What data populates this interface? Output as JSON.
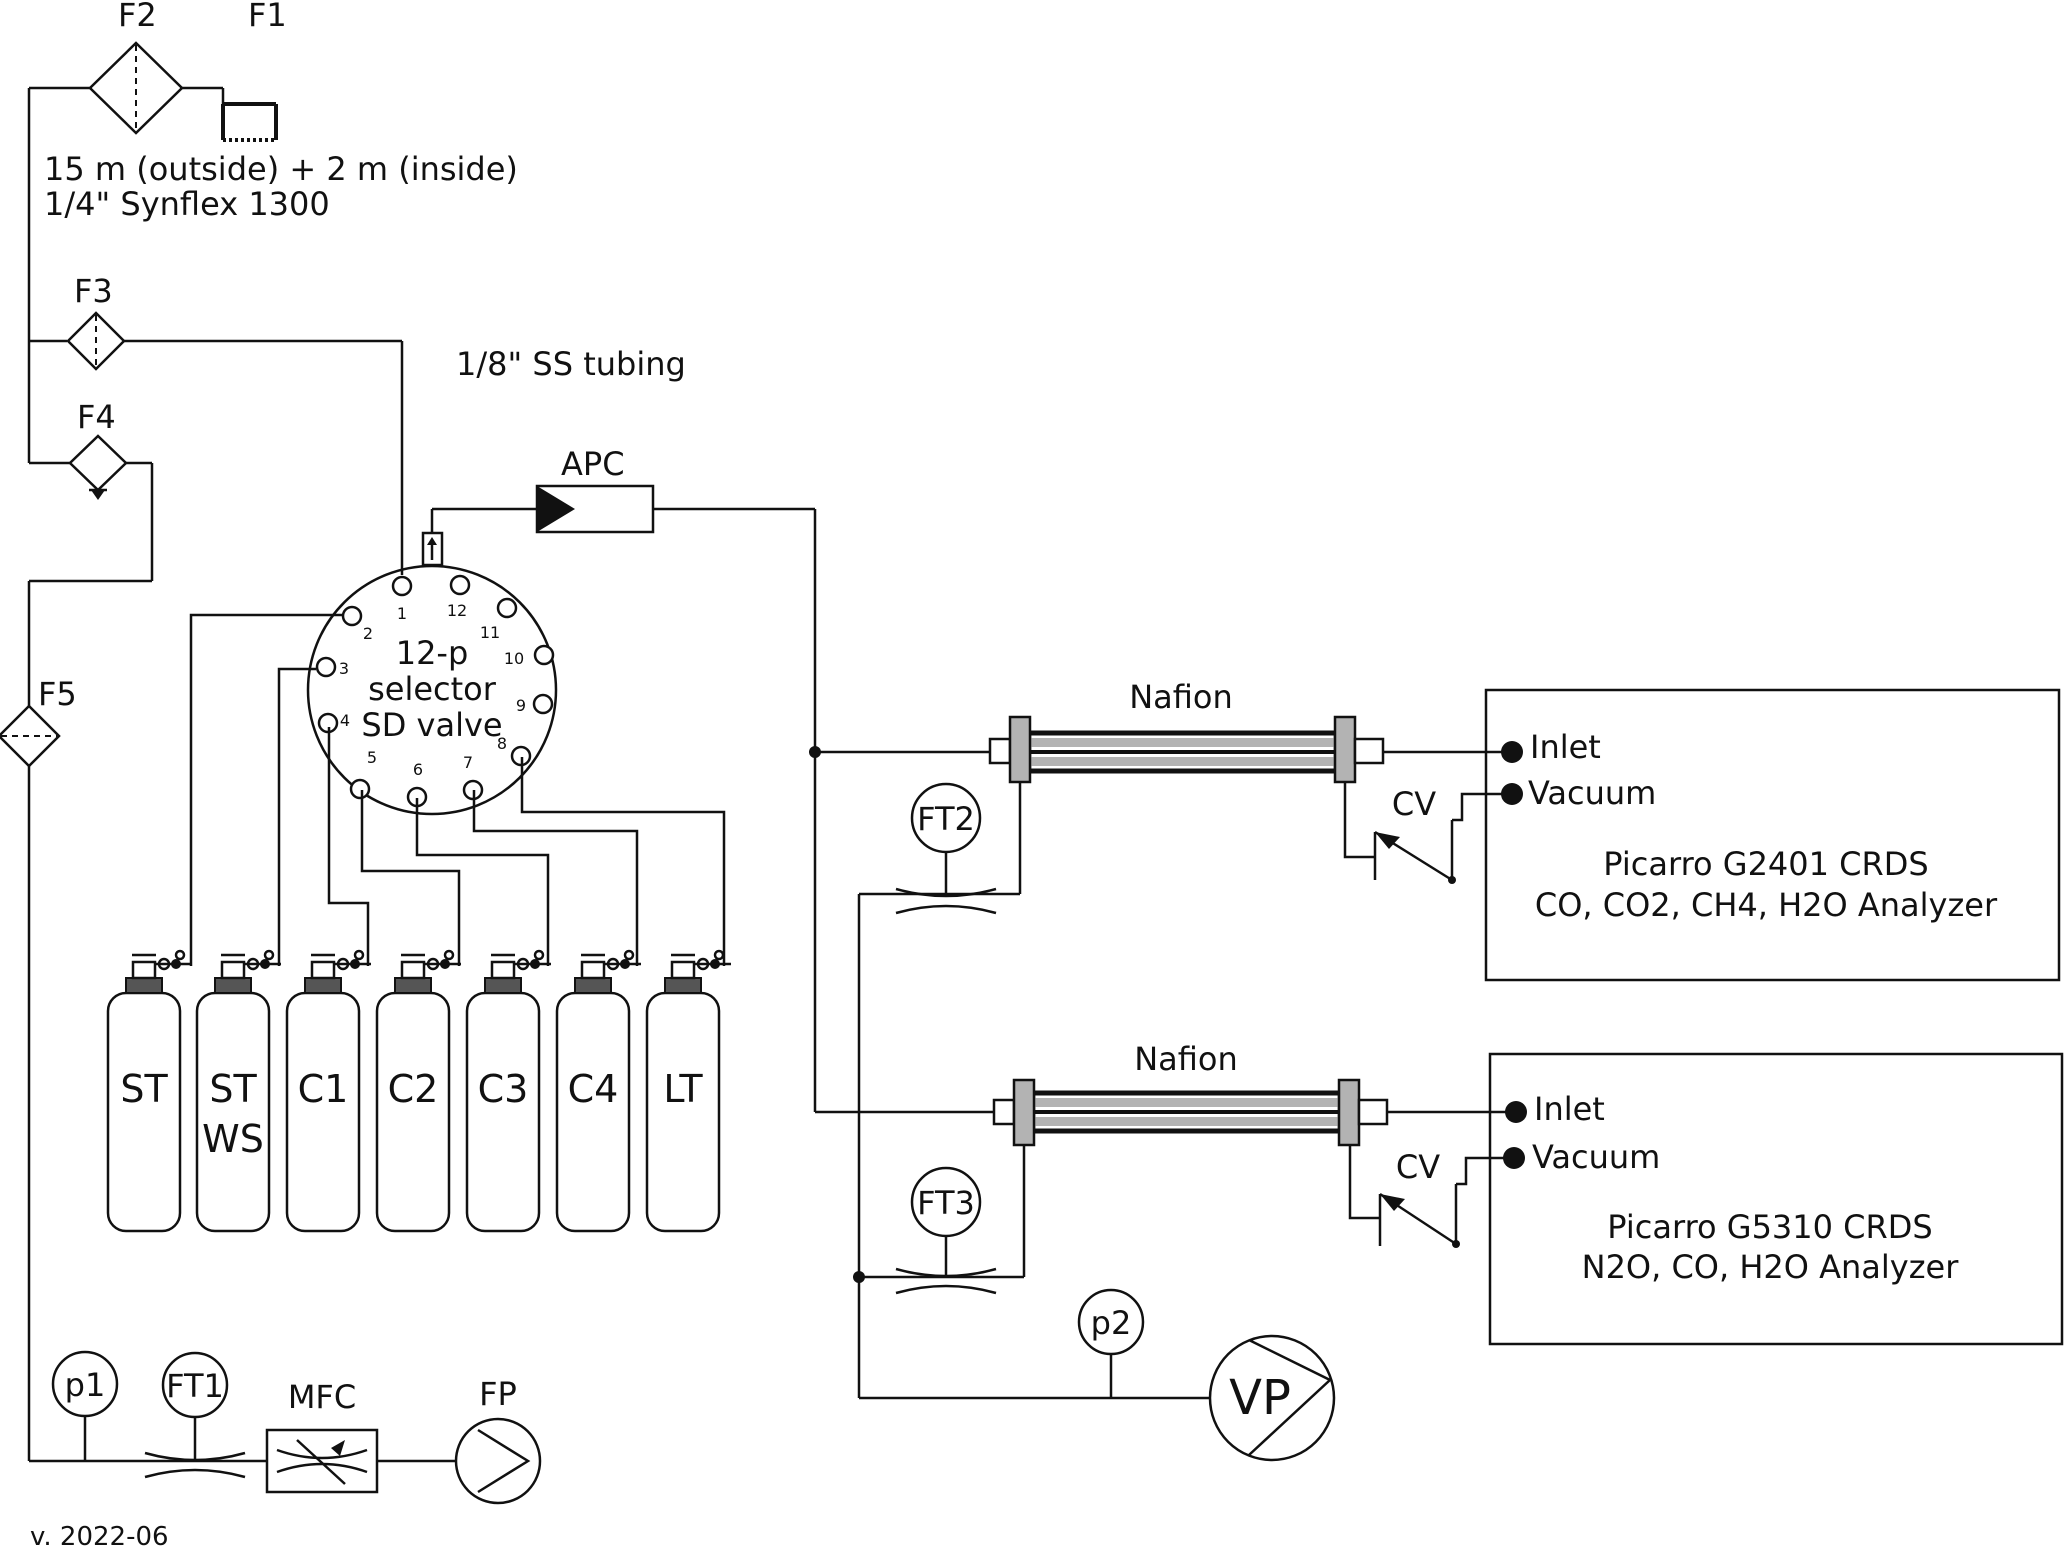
{
  "labels": {
    "f1": "F1",
    "f2": "F2",
    "f3": "F3",
    "f4": "F4",
    "f5": "F5",
    "inlet_tubing_1": "15 m (outside) + 2 m (inside)",
    "inlet_tubing_2": "1/4\" Synflex 1300",
    "ss_tubing": "1/8\" SS tubing",
    "apc": "APC",
    "valve_1": "12-p",
    "valve_2": "selector",
    "valve_3": "SD valve",
    "nafion_1": "Nafion",
    "nafion_2": "Nafion",
    "ft1": "FT1",
    "ft2": "FT2",
    "ft3": "FT3",
    "p1": "p1",
    "p2": "p2",
    "mfc": "MFC",
    "fp": "FP",
    "vp": "VP",
    "cv_1": "CV",
    "cv_2": "CV",
    "version": "v. 2022-06"
  },
  "valve_ports": [
    "1",
    "2",
    "3",
    "4",
    "5",
    "6",
    "7",
    "8",
    "9",
    "10",
    "11",
    "12"
  ],
  "cylinders": [
    {
      "line1": "ST",
      "line2": ""
    },
    {
      "line1": "ST",
      "line2": "WS"
    },
    {
      "line1": "C1",
      "line2": ""
    },
    {
      "line1": "C2",
      "line2": ""
    },
    {
      "line1": "C3",
      "line2": ""
    },
    {
      "line1": "C4",
      "line2": ""
    },
    {
      "line1": "LT",
      "line2": ""
    }
  ],
  "analyzers": [
    {
      "inlet": "Inlet",
      "vacuum": "Vacuum",
      "name": "Picarro G2401 CRDS",
      "species": "CO, CO2, CH4, H2O Analyzer"
    },
    {
      "inlet": "Inlet",
      "vacuum": "Vacuum",
      "name": "Picarro G5310 CRDS",
      "species": "N2O, CO, H2O Analyzer"
    }
  ]
}
